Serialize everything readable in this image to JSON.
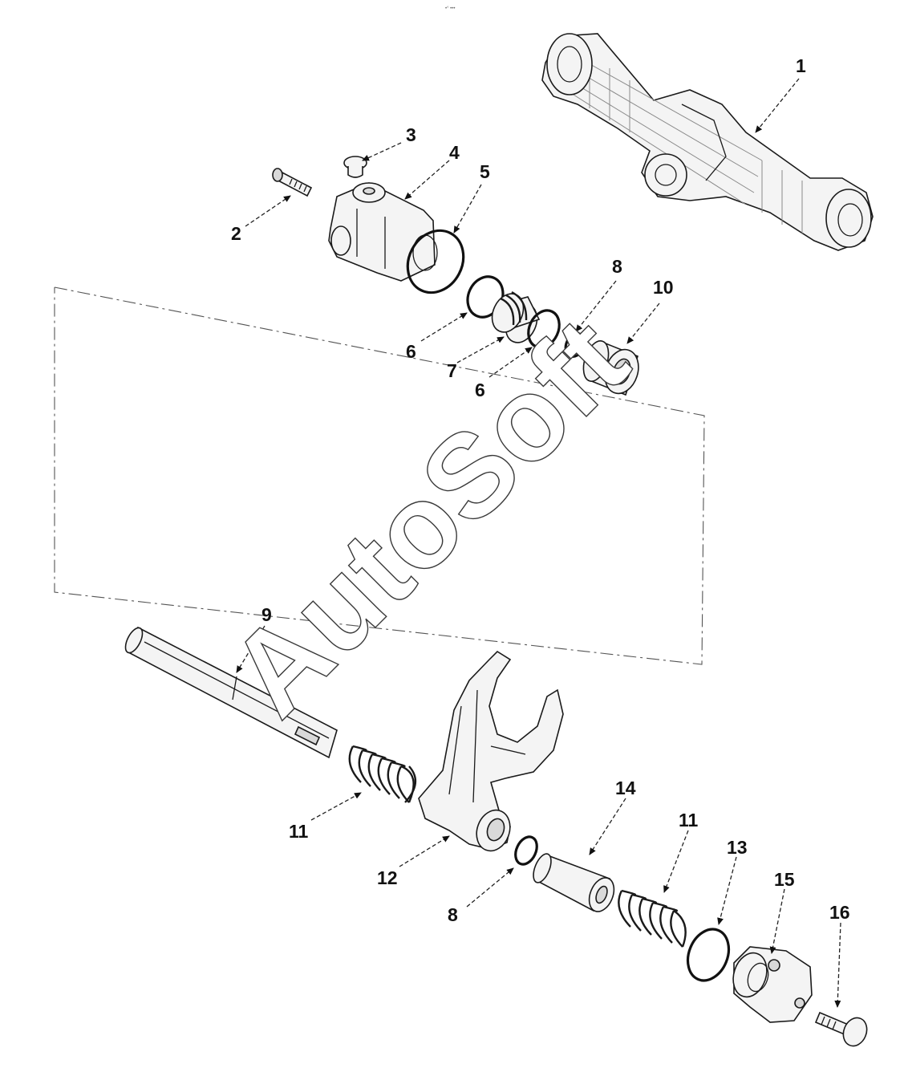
{
  "header": {
    "text": "•° •••"
  },
  "watermark": {
    "text": "AutoSoft"
  },
  "callouts": {
    "c1": "1",
    "c2": "2",
    "c3": "3",
    "c4": "4",
    "c5": "5",
    "c6a": "6",
    "c6b": "6",
    "c7": "7",
    "c8a": "8",
    "c8b": "8",
    "c9": "9",
    "c10": "10",
    "c11a": "11",
    "c11b": "11",
    "c12": "12",
    "c13": "13",
    "c14": "14",
    "c15": "15",
    "c16": "16"
  }
}
